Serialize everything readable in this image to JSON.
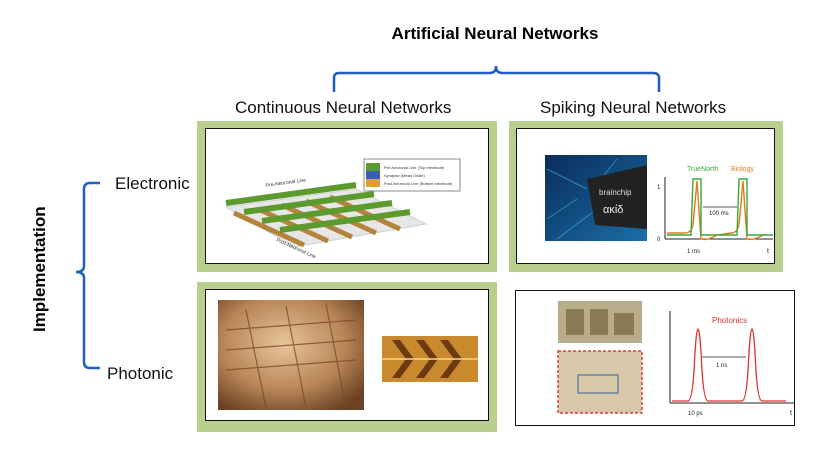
{
  "title": "Artificial Neural Networks",
  "columns": [
    "Continuous Neural Networks",
    "Spiking Neural Networks"
  ],
  "rows": [
    "Electronic",
    "Photonic"
  ],
  "row_axis_label": "Implementation",
  "spiking_electronic": {
    "chip_text_1": "brainchip",
    "chip_text_2": "ακίδ",
    "legend_1": "TrueNorth",
    "legend_2": "Biology",
    "interval_label": "100 ms",
    "width_label": "1 ms",
    "y_one": "1",
    "y_zero": "0",
    "x_axis": "t"
  },
  "spiking_photonic": {
    "legend": "Photonics",
    "interval_label": "1 ns",
    "width_label": "10 ps",
    "x_axis": "t"
  },
  "continuous_electronic": {
    "layer_labels": [
      "Pre-Neuronal Line (Top electrode)",
      "Synapse (Metal Oxide)",
      "Post-Neuronal Line (Bottom electrode)"
    ],
    "top_line_label": "Pre-Neuronal Line",
    "bottom_line_label": "Post-Neuronal Line"
  },
  "colors": {
    "bracket": "#1f5fbf",
    "panel_bg": "#b9cf8e",
    "truenorth": "#3aa63a",
    "biology": "#e07b1a",
    "photonics": "#e03030"
  }
}
